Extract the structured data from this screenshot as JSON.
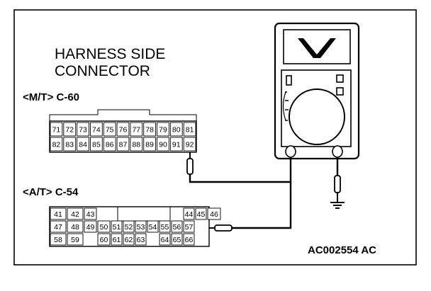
{
  "diagram": {
    "heading_line1": "HARNESS SIDE",
    "heading_line2": "CONNECTOR",
    "connector_mt": {
      "label": "<M/T> C-60",
      "row1": [
        "71",
        "72",
        "73",
        "74",
        "75",
        "76",
        "77",
        "78",
        "79",
        "80",
        "81"
      ],
      "row2": [
        "82",
        "83",
        "84",
        "85",
        "86",
        "87",
        "88",
        "89",
        "90",
        "91",
        "92"
      ],
      "probe_pin": "92"
    },
    "connector_at": {
      "label": "<A/T> C-54",
      "row1": [
        "41",
        "42",
        "43",
        "44",
        "45",
        "46"
      ],
      "row2": [
        "47",
        "48",
        "49",
        "50",
        "51",
        "52",
        "53",
        "54",
        "55",
        "56",
        "57"
      ],
      "row3": [
        "58",
        "59",
        "60",
        "61",
        "62",
        "63",
        "64",
        "65",
        "66"
      ],
      "probe_pin": "57"
    },
    "meter_display": "V",
    "figure_code": "AC002554 AC"
  }
}
